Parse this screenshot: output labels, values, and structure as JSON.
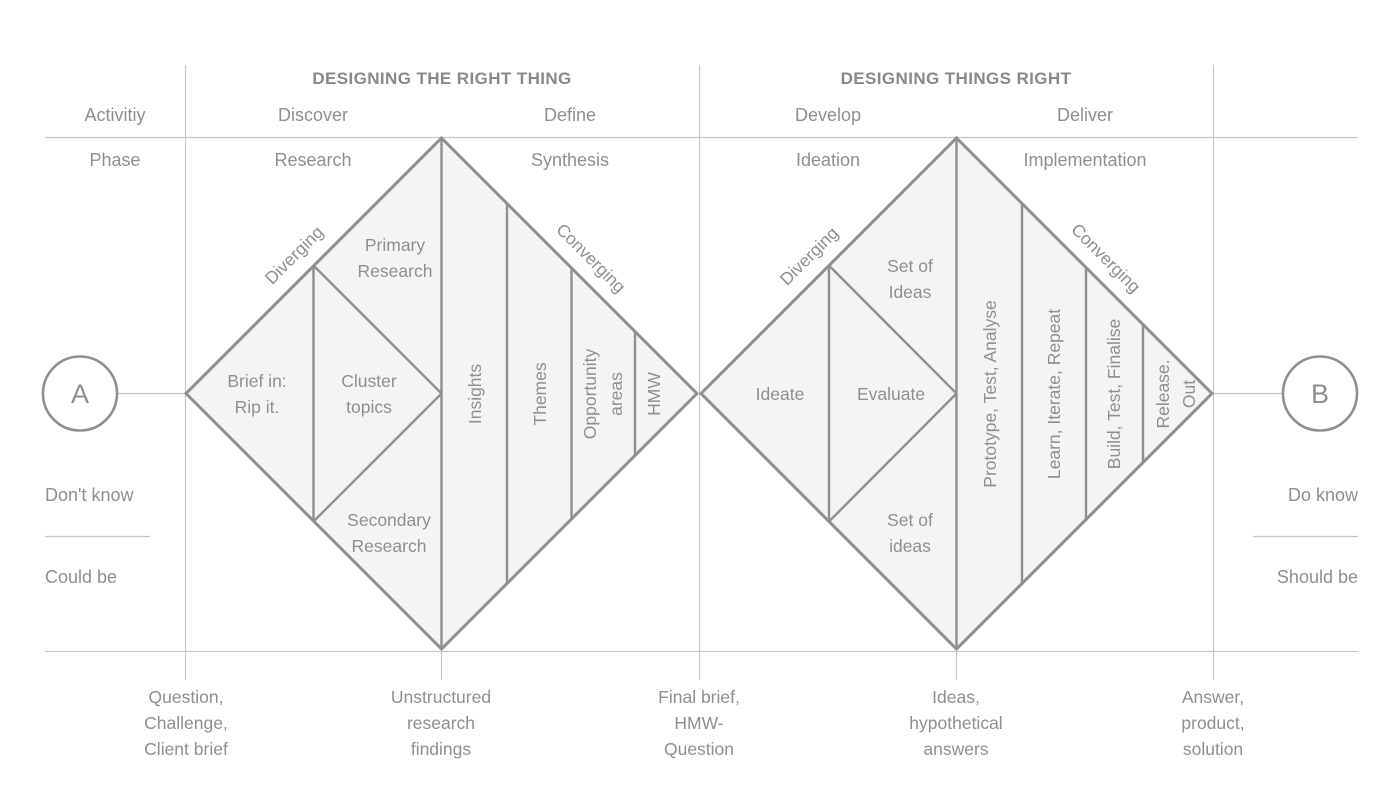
{
  "colors": {
    "stroke_strong": "#8f8f8f",
    "stroke_light": "#c7c7c7",
    "diamond_fill": "#f4f4f4",
    "text": "#8f8f8f",
    "title_text": "#898989"
  },
  "header": {
    "left_title": "DESIGNING THE RIGHT THING",
    "right_title": "DESIGNING THINGS RIGHT"
  },
  "rows": {
    "activity": "Activitiy",
    "phase": "Phase"
  },
  "activities": {
    "discover": "Discover",
    "define": "Define",
    "develop": "Develop",
    "deliver": "Deliver"
  },
  "phases": {
    "research": "Research",
    "synthesis": "Synthesis",
    "ideation": "Ideation",
    "implementation": "Implementation"
  },
  "endpoints": {
    "a": "A",
    "b": "B"
  },
  "states": {
    "dont_know": "Don't know",
    "could_be": "Could be",
    "do_know": "Do know",
    "should_be": "Should be"
  },
  "diamond1": {
    "diverging": "Diverging",
    "converging": "Converging",
    "brief": [
      "Brief in:",
      "Rip it."
    ],
    "primary": [
      "Primary",
      "Research"
    ],
    "cluster": [
      "Cluster",
      "topics"
    ],
    "secondary": [
      "Secondary",
      "Research"
    ],
    "insights": "Insights",
    "themes": "Themes",
    "opportunity": [
      "Opportunity",
      "areas"
    ],
    "hmw": "HMW"
  },
  "diamond2": {
    "diverging": "Diverging",
    "converging": "Converging",
    "ideate": "Ideate",
    "evaluate": "Evaluate",
    "ideas_top": [
      "Set of",
      "Ideas"
    ],
    "ideas_bottom": [
      "Set of",
      "ideas"
    ],
    "prototype": "Prototype, Test, Analyse",
    "learn": "Learn, Iterate, Repeat",
    "build": "Build, Test, Finalise",
    "release": [
      "Release.",
      "Out"
    ]
  },
  "milestones": [
    {
      "lines": [
        "Question,",
        "Challenge,",
        "Client brief"
      ]
    },
    {
      "lines": [
        "Unstructured",
        "research",
        "findings"
      ]
    },
    {
      "lines": [
        "Final brief,",
        "HMW-",
        "Question"
      ]
    },
    {
      "lines": [
        "Ideas,",
        "hypothetical",
        "answers"
      ]
    },
    {
      "lines": [
        "Answer,",
        "product,",
        "solution"
      ]
    }
  ]
}
